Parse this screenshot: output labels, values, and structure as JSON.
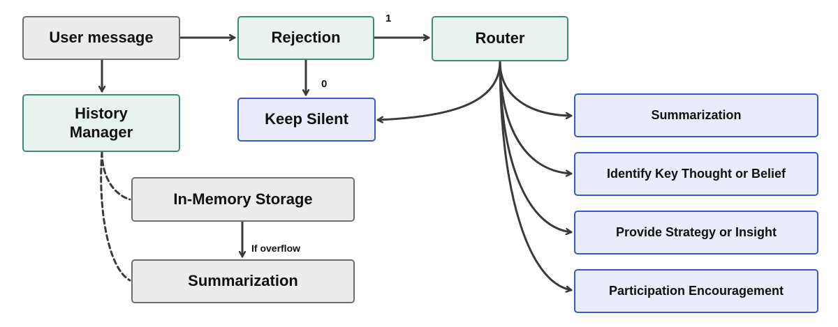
{
  "nodes": {
    "user_message": "User message",
    "rejection": "Rejection",
    "router": "Router",
    "history_manager": "History\nManager",
    "keep_silent": "Keep Silent",
    "in_memory_storage": "In-Memory Storage",
    "summarization_storage": "Summarization",
    "summarization_route": "Summarization",
    "identify_key_thought": "Identify Key Thought or Belief",
    "provide_strategy": "Provide Strategy or Insight",
    "participation_encouragement": "Participation Encouragement"
  },
  "edge_labels": {
    "rejection_to_router": "1",
    "rejection_to_silent": "0",
    "overflow": "If overflow"
  },
  "colors": {
    "gray_fill": "#ececec",
    "teal_fill": "#e8f3f0",
    "blue_fill": "#e8ecfb",
    "arrow": "#3a3a3a"
  }
}
